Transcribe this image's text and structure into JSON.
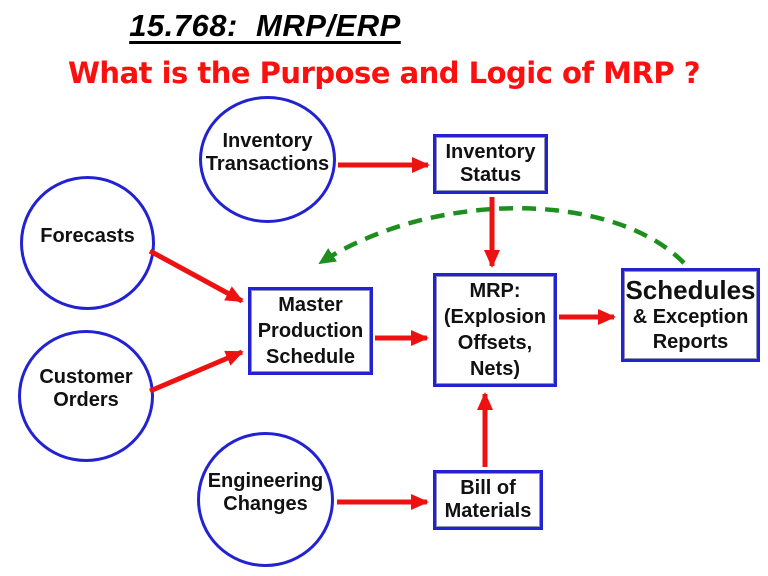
{
  "title": "15.768:  MRP/ERP",
  "subtitle": "What is the Purpose and Logic of MRP ?",
  "colors": {
    "background": "#ffffff",
    "shape_border": "#2222d2",
    "arrow": "#ee1111",
    "feedback_arrow": "#1e8f1e",
    "title_text": "#000000",
    "subtitle_text": "#fb0f0f",
    "node_text": "#111111"
  },
  "nodes": {
    "inventory_transactions": {
      "shape": "ellipse",
      "lines": [
        "Inventory",
        "Transactions"
      ]
    },
    "inventory_status": {
      "shape": "rect",
      "lines": [
        "Inventory",
        "Status"
      ]
    },
    "forecasts": {
      "shape": "ellipse",
      "lines": [
        "Forecasts"
      ]
    },
    "customer_orders": {
      "shape": "ellipse",
      "lines": [
        "Customer",
        "Orders"
      ]
    },
    "master_production_schedule": {
      "shape": "rect",
      "lines": [
        "Master",
        "Production",
        "Schedule"
      ]
    },
    "mrp": {
      "shape": "rect",
      "lines": [
        "MRP:",
        "(Explosion",
        "Offsets,",
        "Nets)"
      ]
    },
    "schedules": {
      "shape": "rect",
      "lines": [
        "Schedules",
        "& Exception",
        "Reports"
      ]
    },
    "engineering_changes": {
      "shape": "ellipse",
      "lines": [
        "Engineering",
        "Changes"
      ]
    },
    "bill_of_materials": {
      "shape": "rect",
      "lines": [
        "Bill of",
        "Materials"
      ]
    }
  },
  "connections": [
    {
      "from": "Inventory Transactions",
      "to": "Inventory Status",
      "type": "solid-red"
    },
    {
      "from": "Inventory Status",
      "to": "MRP",
      "type": "solid-red"
    },
    {
      "from": "Forecasts",
      "to": "Master Production Schedule",
      "type": "solid-red"
    },
    {
      "from": "Customer Orders",
      "to": "Master Production Schedule",
      "type": "solid-red"
    },
    {
      "from": "Master Production Schedule",
      "to": "MRP",
      "type": "solid-red"
    },
    {
      "from": "MRP",
      "to": "Schedules & Exception Reports",
      "type": "solid-red"
    },
    {
      "from": "Engineering Changes",
      "to": "Bill of Materials",
      "type": "solid-red"
    },
    {
      "from": "Bill of Materials",
      "to": "MRP",
      "type": "solid-red"
    },
    {
      "from": "Schedules & Exception Reports",
      "to": "Master Production Schedule",
      "type": "dashed-green-feedback"
    }
  ]
}
